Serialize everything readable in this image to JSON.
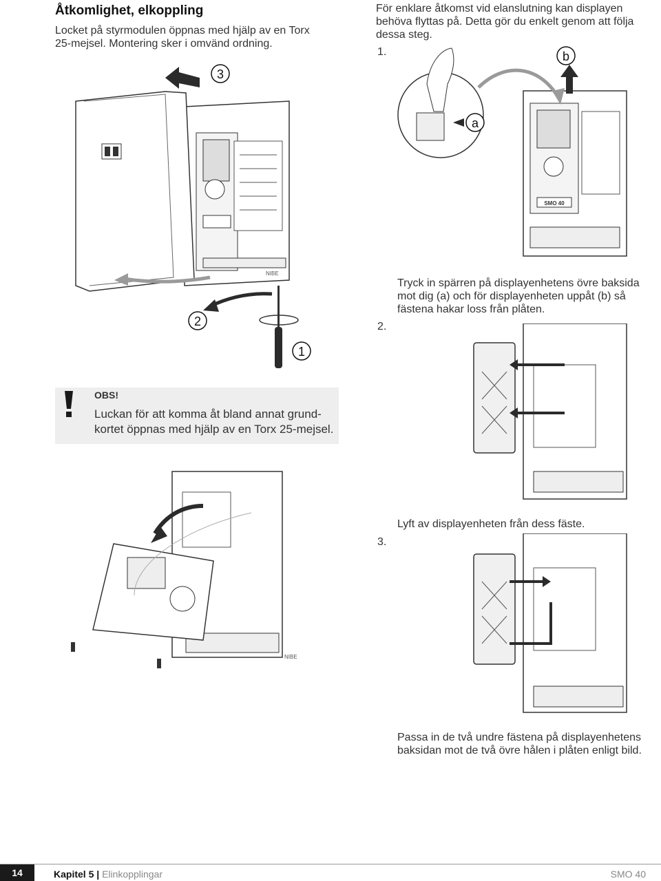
{
  "left": {
    "heading": "Åtkomlighet, elkoppling",
    "intro_line1": "Locket på styrmodulen öppnas med hjälp av en Torx",
    "intro_line2": "25-mejsel. Montering sker i omvänd ordning."
  },
  "right": {
    "intro_line1": "För enklare åtkomst vid elanslutning kan displayen",
    "intro_line2": "behöva flyttas på. Detta gör du enkelt genom att följa",
    "intro_line3": "dessa steg."
  },
  "steps": [
    {
      "number": "1.",
      "text_lines": []
    },
    {
      "number": "2.",
      "text_lines": [
        "Tryck in spärren på displayenhetens övre baksida",
        "mot dig (a) och för displayenheten uppåt (b) så",
        "fästena hakar loss från plåten."
      ]
    },
    {
      "number": "3.",
      "text_lines": [
        "Lyft av displayenheten från dess fäste."
      ]
    }
  ],
  "final_text": {
    "line1": "Passa in de två undre fästena på displayenhetens",
    "line2": "baksidan mot de två övre hålen i plåten enligt bild."
  },
  "callouts": {
    "c1": "1",
    "c2": "2",
    "c3": "3",
    "ca": "a",
    "cb": "b"
  },
  "warning": {
    "title": "OBS!",
    "line1": "Luckan för att komma åt bland annat grund-",
    "line2": "kortet öppnas med hjälp av en Torx 25-mejsel.",
    "icon": "exclamation-icon"
  },
  "unit_labels": {
    "model": "SMO 40",
    "brand": "NIBE"
  },
  "footer": {
    "page_number": "14",
    "chapter": "Kapitel 5",
    "section": "Elinkopplingar",
    "product": "SMO 40"
  },
  "colors": {
    "page_number_bg": "#1a1a1a",
    "section_text": "#888888",
    "warning_bg": "#eeeeee",
    "arrow": "#2b2b2b",
    "arrow_light": "#9a9a9a"
  }
}
